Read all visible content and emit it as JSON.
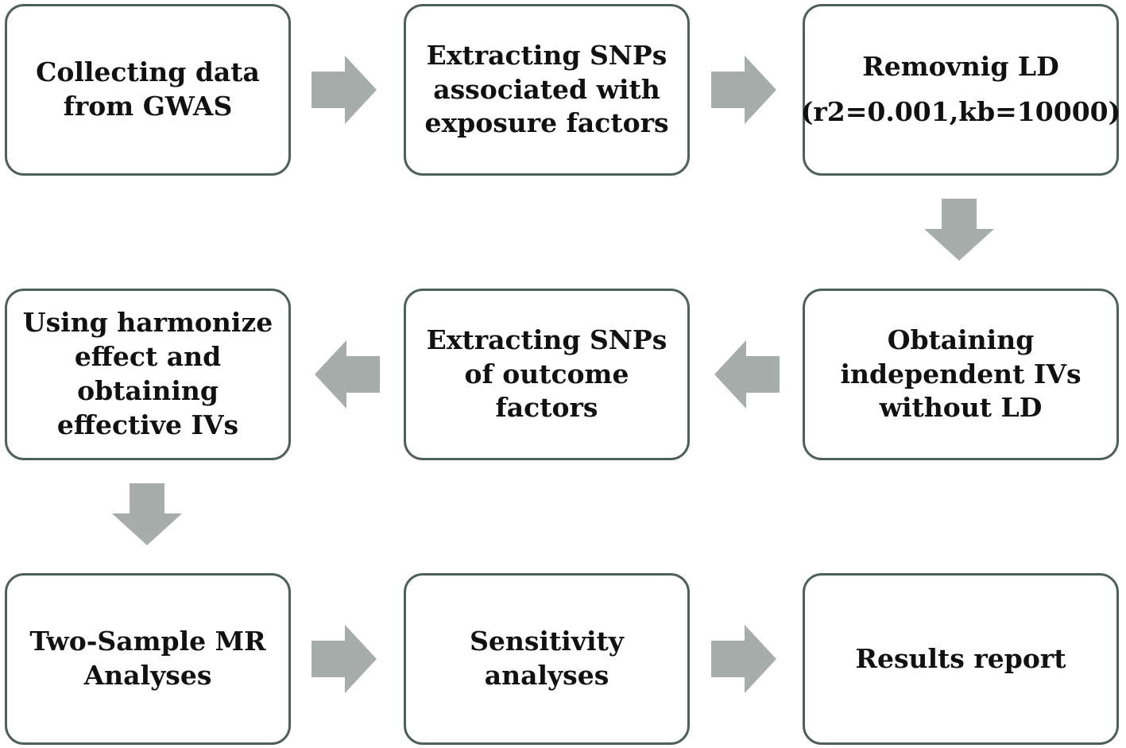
{
  "steps": {
    "collect": [
      "Collecting data",
      "from GWAS"
    ],
    "extract_exposure": [
      "Extracting SNPs",
      "associated with",
      "exposure factors"
    ],
    "remove_ld": [
      "Removnig LD",
      "(r2=0.001,kb=10000)"
    ],
    "independent_ivs": [
      "Obtaining",
      "independent IVs",
      "without LD"
    ],
    "extract_outcome": [
      "Extracting SNPs",
      "of outcome",
      "factors"
    ],
    "harmonize": [
      "Using harmonize",
      "effect and",
      "obtaining",
      "effective IVs"
    ],
    "two_sample_mr": [
      "Two-Sample MR",
      "Analyses"
    ],
    "sensitivity": [
      "Sensitivity",
      "analyses"
    ],
    "results": [
      "Results report"
    ]
  },
  "colors": {
    "box_border": "#4f5f5c",
    "arrow_fill": "#a7adaa",
    "text": "#111111"
  }
}
